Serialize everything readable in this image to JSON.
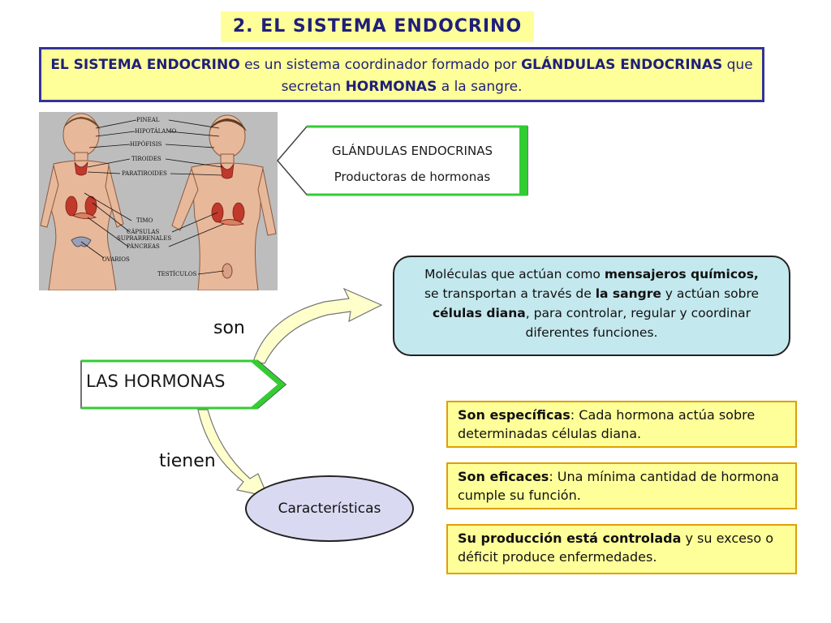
{
  "title": "2. EL SISTEMA ENDOCRINO",
  "intro": {
    "p1_bold": "EL SISTEMA ENDOCRINO",
    "p2": " es un sistema coordinador formado por ",
    "p3_bold": "GLÁNDULAS ENDOCRINAS",
    "p4": " que secretan ",
    "p5_bold": "HORMONAS",
    "p6": " a la sangre."
  },
  "illustration": {
    "labels": [
      "PINEAL",
      "HIPOTÁLAMO",
      "HIPÓFISIS",
      "TIROIDES",
      "PARATIROIDES",
      "TIMO",
      "CÁPSULAS",
      "SUPRARRENALES",
      "PÁNCREAS",
      "OVARIOS",
      "TESTÍCULOS"
    ]
  },
  "glands": {
    "line1": "GLÁNDULAS ENDOCRINAS",
    "line2": "Productoras de hormonas"
  },
  "molecule": {
    "a": "Moléculas que actúan como ",
    "b_bold": "mensajeros químicos,",
    "c": "se transportan a través de ",
    "d_bold": "la sangre",
    "e": " y actúan sobre",
    "f_bold": "células diana",
    "g": ", para controlar, regular y coordinar",
    "h": "diferentes funciones."
  },
  "connector_son": "son",
  "connector_tienen": "tienen",
  "hormonas": "LAS HORMONAS",
  "caracteristicas": "Características",
  "char1": {
    "bold": "Son específicas",
    "rest": ": Cada hormona actúa sobre determinadas células diana."
  },
  "char2": {
    "bold": "Son eficaces",
    "rest": ": Una mínima cantidad de hormona cumple su función."
  },
  "char3": {
    "bold": "Su producción está controlada",
    "rest": " y su exceso o déficit produce enfermedades."
  },
  "colors": {
    "title_bg": "#ffff99",
    "title_text": "#1f1f7a",
    "intro_border": "#333399",
    "glands_green": "#33cc33",
    "molecule_bg": "#c3e8ee",
    "caract_bg": "#d9daf2",
    "box_border": "#e0a000"
  }
}
